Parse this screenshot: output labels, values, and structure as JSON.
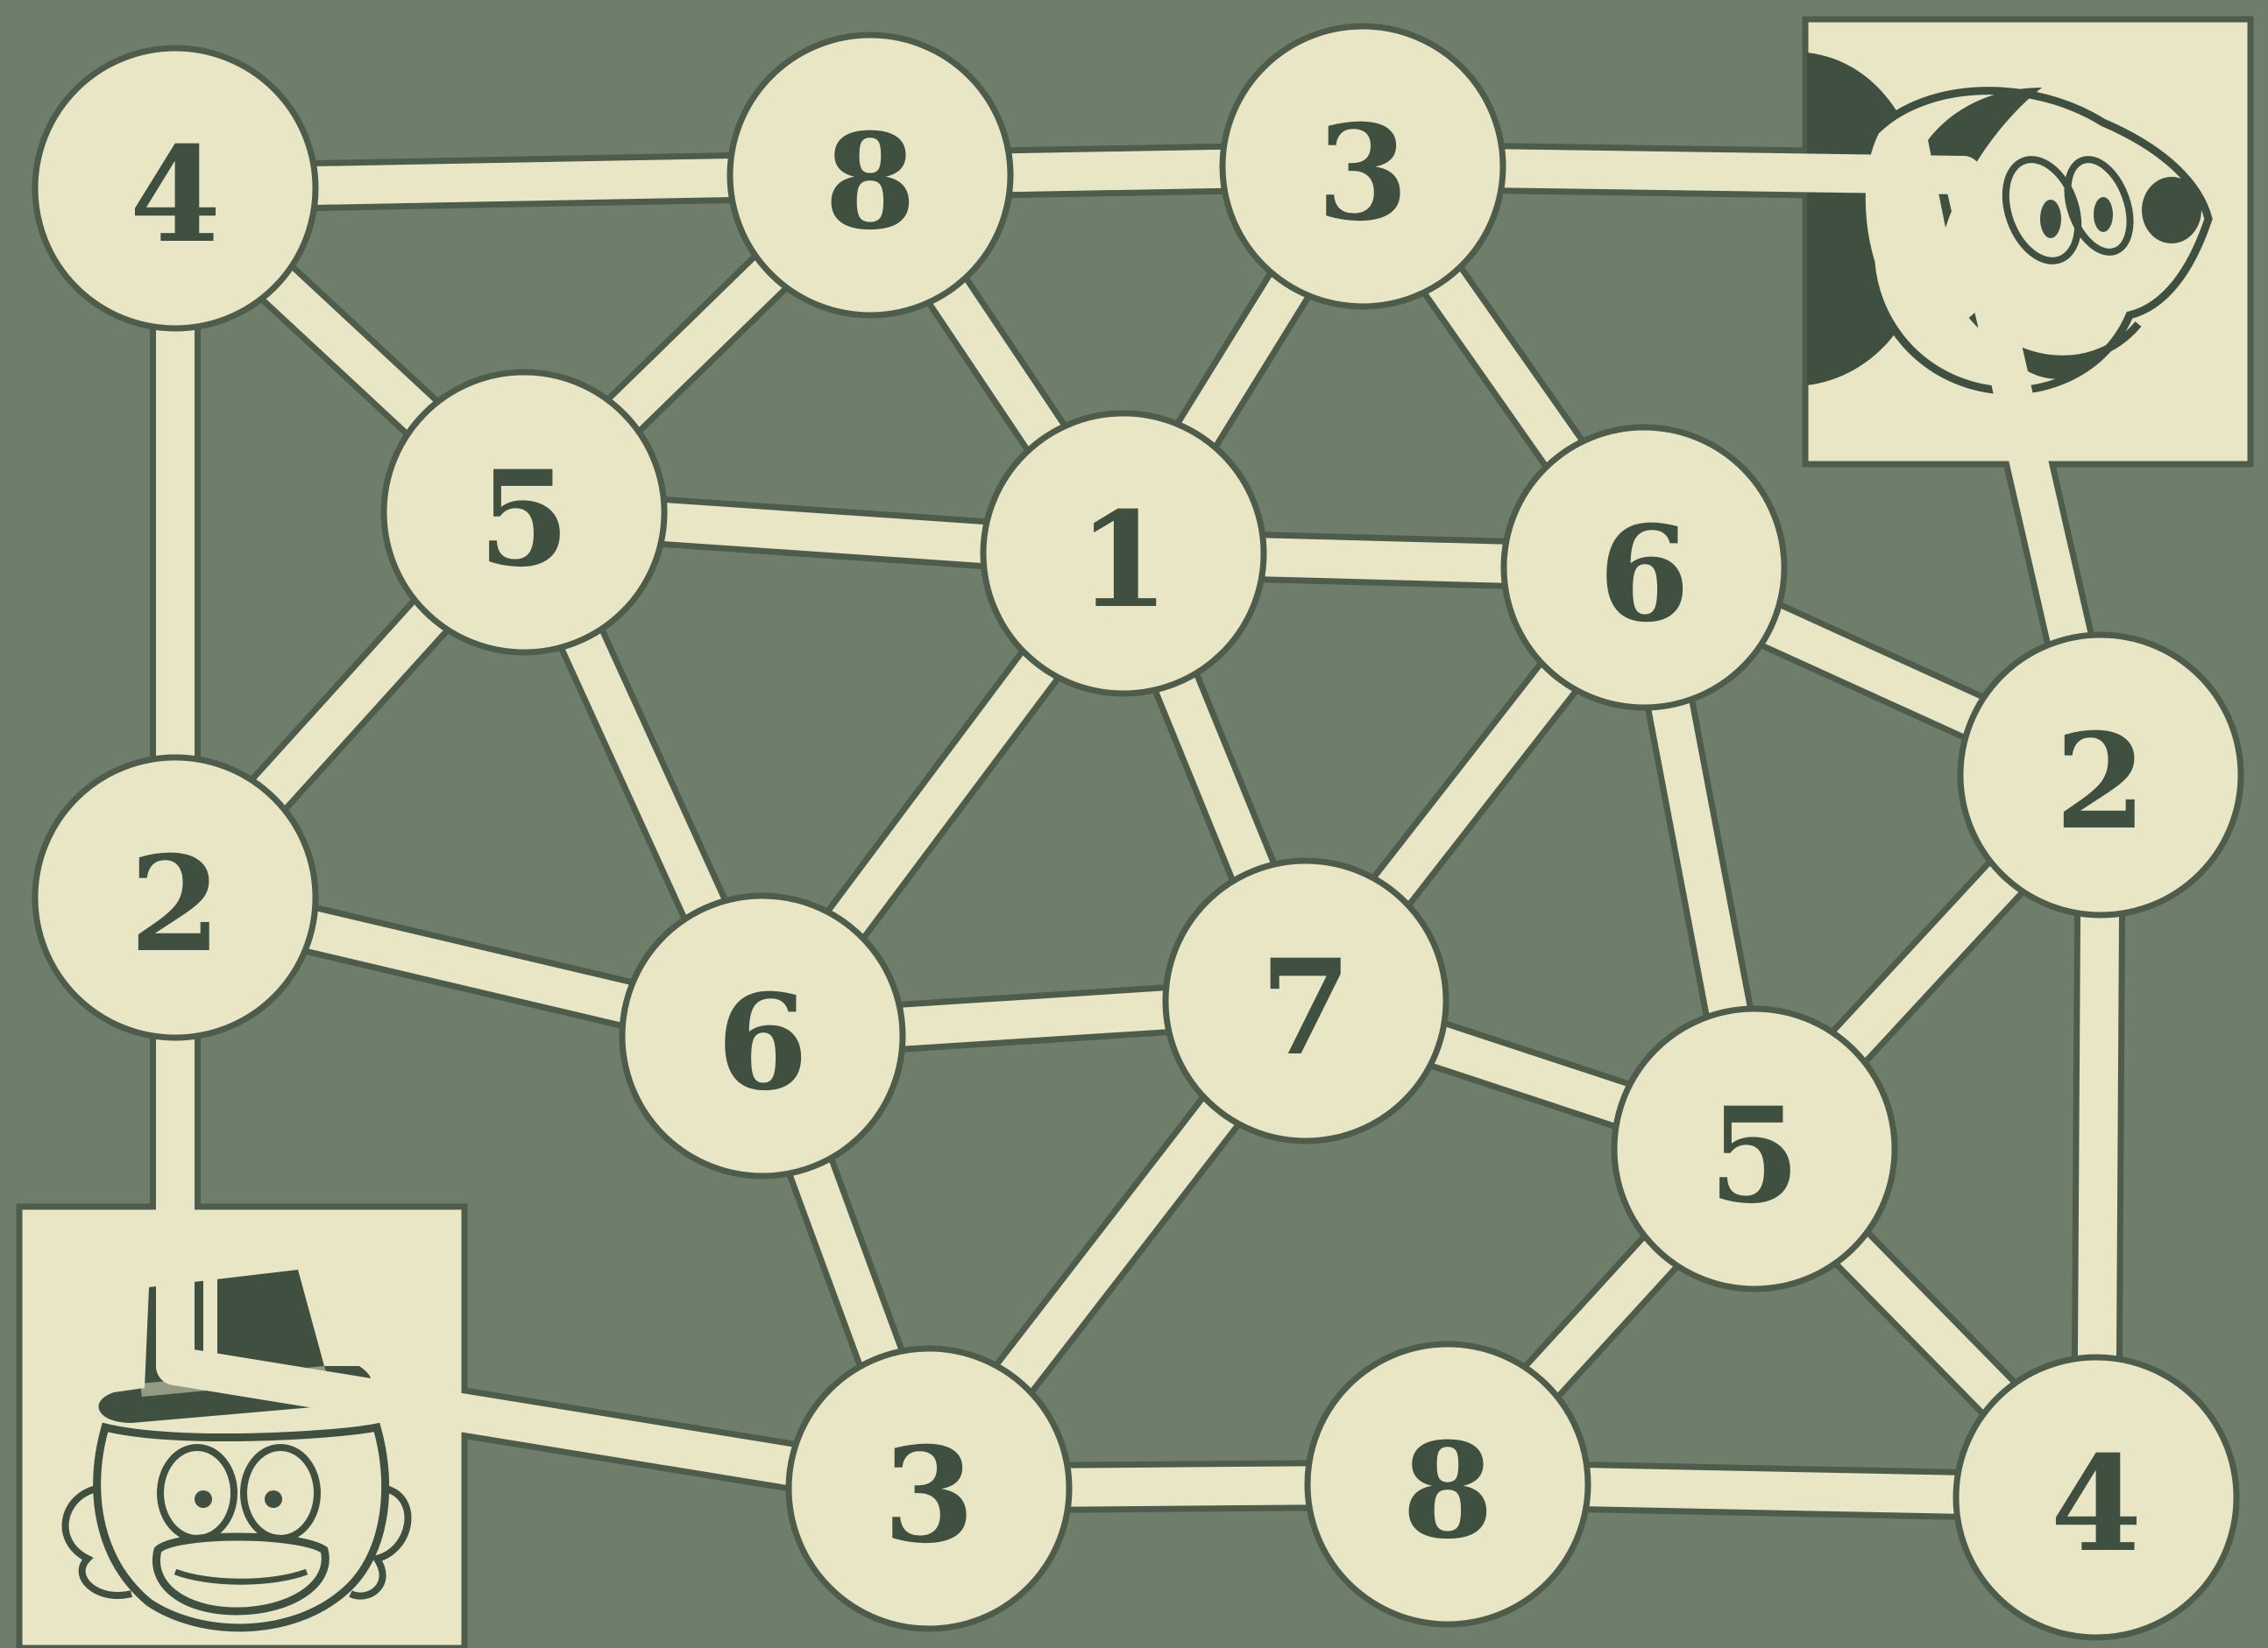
{
  "puzzle": {
    "colors": {
      "background": "#6f7e6a",
      "path": "#e9e6c6",
      "ink": "#3f5040"
    },
    "start_character": "scrooge-mcduck",
    "goal_character": "mickey-mouse",
    "nodes": [
      {
        "id": "n1",
        "label": "4"
      },
      {
        "id": "n2",
        "label": "8"
      },
      {
        "id": "n3",
        "label": "3"
      },
      {
        "id": "n4",
        "label": "5"
      },
      {
        "id": "n5",
        "label": "1"
      },
      {
        "id": "n6",
        "label": "6"
      },
      {
        "id": "n7",
        "label": "2"
      },
      {
        "id": "n8",
        "label": "2"
      },
      {
        "id": "n9",
        "label": "6"
      },
      {
        "id": "n10",
        "label": "7"
      },
      {
        "id": "n11",
        "label": "5"
      },
      {
        "id": "n12",
        "label": "3"
      },
      {
        "id": "n13",
        "label": "8"
      },
      {
        "id": "n14",
        "label": "4"
      }
    ],
    "edges": [
      [
        "n1",
        "n2"
      ],
      [
        "n2",
        "n3"
      ],
      [
        "n3",
        "mickey"
      ],
      [
        "n1",
        "n4"
      ],
      [
        "n1",
        "n8"
      ],
      [
        "n2",
        "n4"
      ],
      [
        "n2",
        "n5"
      ],
      [
        "n3",
        "n5"
      ],
      [
        "n3",
        "n6"
      ],
      [
        "n4",
        "n5"
      ],
      [
        "n4",
        "n8"
      ],
      [
        "n4",
        "n9"
      ],
      [
        "n5",
        "n6"
      ],
      [
        "n5",
        "n9"
      ],
      [
        "n5",
        "n10"
      ],
      [
        "n6",
        "n7"
      ],
      [
        "n6",
        "n10"
      ],
      [
        "n6",
        "n11"
      ],
      [
        "mickey",
        "n7"
      ],
      [
        "n8",
        "n9"
      ],
      [
        "n8",
        "scrooge"
      ],
      [
        "n9",
        "n10"
      ],
      [
        "n9",
        "n12"
      ],
      [
        "n10",
        "n11"
      ],
      [
        "n10",
        "n12"
      ],
      [
        "n7",
        "n11"
      ],
      [
        "n7",
        "n14"
      ],
      [
        "n11",
        "n13"
      ],
      [
        "n11",
        "n14"
      ],
      [
        "n12",
        "n13"
      ],
      [
        "n13",
        "n14"
      ],
      [
        "scrooge",
        "n12"
      ]
    ]
  }
}
